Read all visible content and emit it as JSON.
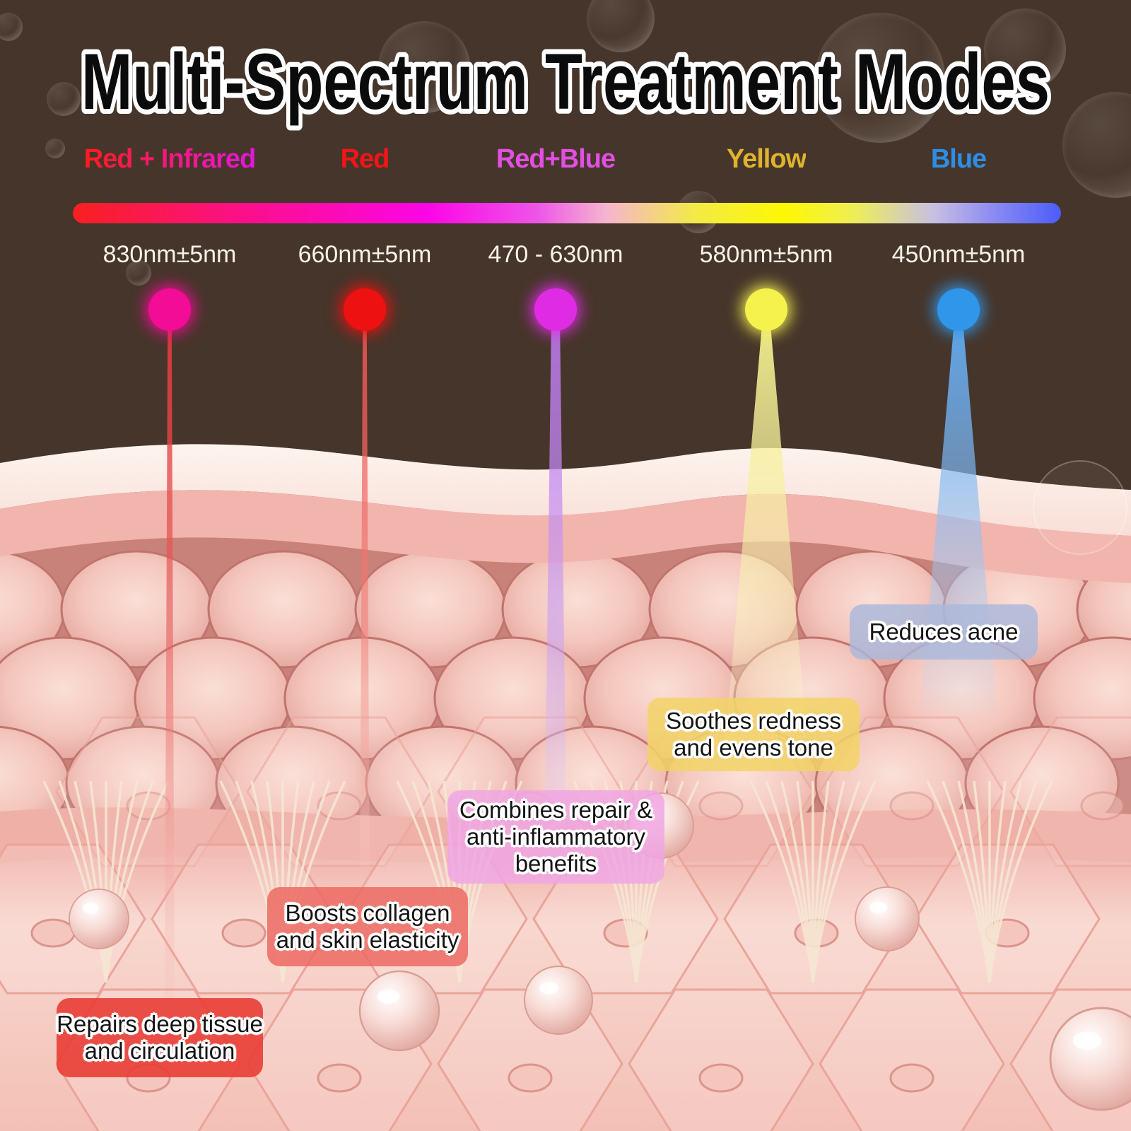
{
  "title": "Multi-Spectrum Treatment Modes",
  "modes": [
    {
      "label": "Red + Infrared",
      "wavelength": "830nm±5nm",
      "label_color": "#ff1c1c",
      "label_color_end": "#e217dc",
      "dot_color": "#f20c96",
      "beam_color": "#e04848",
      "benefit": "Repairs deep tissue\nand circulation",
      "box_color": "#e83a32e0"
    },
    {
      "label": "Red",
      "wavelength": "660nm±5nm",
      "label_color": "#f31515",
      "label_color_end": "#f31515",
      "dot_color": "#ee1111",
      "beam_color": "#ee5454",
      "benefit": "Boosts collagen\nand skin elasticity",
      "box_color": "#ec6a63d9"
    },
    {
      "label": "Red+Blue",
      "wavelength": "470 - 630nm",
      "label_color": "#e24fe2",
      "label_color_end": "#e24fe2",
      "dot_color": "#df2ce4",
      "beam_color": "#be7aee",
      "benefit": "Combines repair &\nanti-inflammatory\nbenefits",
      "box_color": "#f0a6e3d9"
    },
    {
      "label": "Yellow",
      "wavelength": "580nm±5nm",
      "label_color": "#dfb32d",
      "label_color_end": "#dfb32d",
      "dot_color": "#f5f24e",
      "beam_color": "#f4f08e",
      "benefit": "Soothes redness\nand evens tone",
      "box_color": "#f2d366d9"
    },
    {
      "label": "Blue",
      "wavelength": "450nm±5nm",
      "label_color": "#2c8ee8",
      "label_color_end": "#2c8ee8",
      "dot_color": "#3096ea",
      "beam_color": "#64aaf0",
      "benefit": "Reduces acne",
      "box_color": "#a9b8dcd0"
    }
  ],
  "spectrum_bar": {
    "colors": [
      "#f82020",
      "#fb0f8e",
      "#fb06e6",
      "#ee55e8",
      "#f5b5cf",
      "#f3ea46",
      "#fdf802",
      "#eeee55",
      "#c9c0e2",
      "#8d8cf2",
      "#4b5cfa"
    ]
  },
  "background_color": "#46352a"
}
